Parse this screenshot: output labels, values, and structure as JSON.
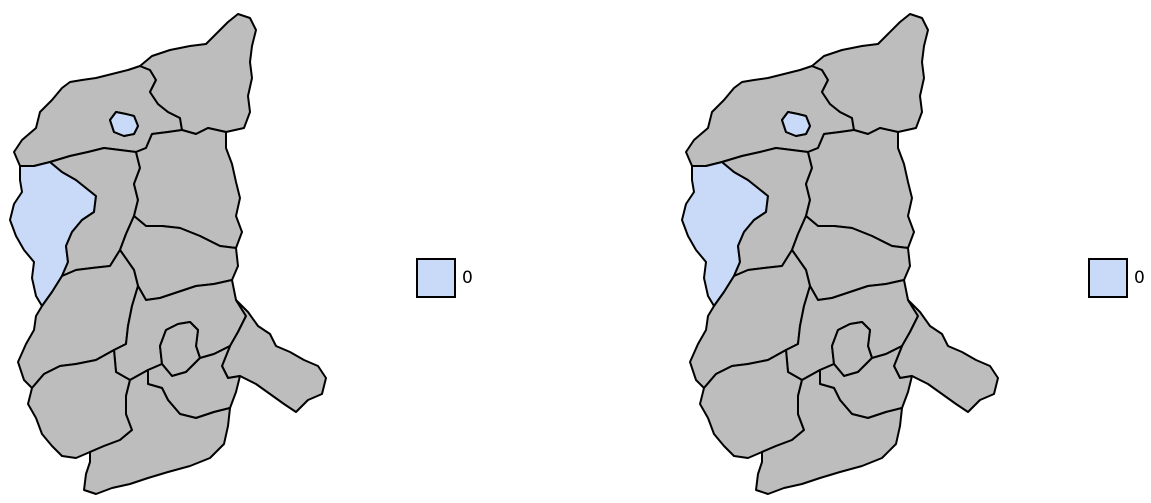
{
  "colors": {
    "region_default": "#bdbdbd",
    "region_highlight": "#c8daf7",
    "border": "#000000"
  },
  "maps": [
    {
      "highlighted_regions": [
        "city-enclave-north",
        "west-border-district"
      ],
      "legend": {
        "label": "0",
        "swatch_color": "#c8daf7"
      }
    },
    {
      "highlighted_regions": [
        "city-enclave-north",
        "west-border-district"
      ],
      "legend": {
        "label": "0",
        "swatch_color": "#c8daf7"
      }
    }
  ]
}
